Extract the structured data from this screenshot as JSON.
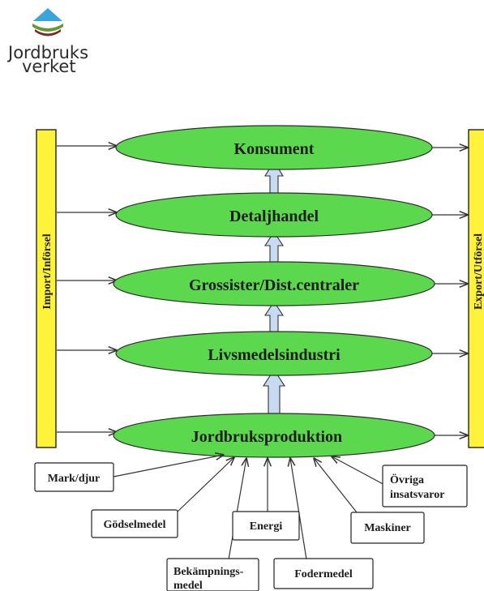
{
  "logo": {
    "line1": "Jordbruks",
    "line2": "verket",
    "colors": {
      "blue": "#3aa5dd",
      "green": "#5e9b34",
      "brown": "#7a2c22"
    }
  },
  "side": {
    "import": "Import/Införsel",
    "export": "Export/Utförsel",
    "color": "#fff23a"
  },
  "stages": [
    {
      "label": "Konsument"
    },
    {
      "label": "Detaljhandel"
    },
    {
      "label": "Grossister/Dist.centraler"
    },
    {
      "label": "Livsmedelsindustri"
    },
    {
      "label": "Jordbruksproduktion"
    }
  ],
  "inputs": [
    {
      "lines": [
        "Mark/djur"
      ]
    },
    {
      "lines": [
        "Gödselmedel"
      ]
    },
    {
      "lines": [
        "Bekämpnings-",
        "medel"
      ]
    },
    {
      "lines": [
        "Energi"
      ]
    },
    {
      "lines": [
        "Fodermedel"
      ]
    },
    {
      "lines": [
        "Maskiner"
      ]
    },
    {
      "lines": [
        "Övriga",
        "insatsvaror"
      ]
    }
  ],
  "colors": {
    "ellipse": "#5cd84e",
    "flow_arrow": "#c8d9f2"
  }
}
